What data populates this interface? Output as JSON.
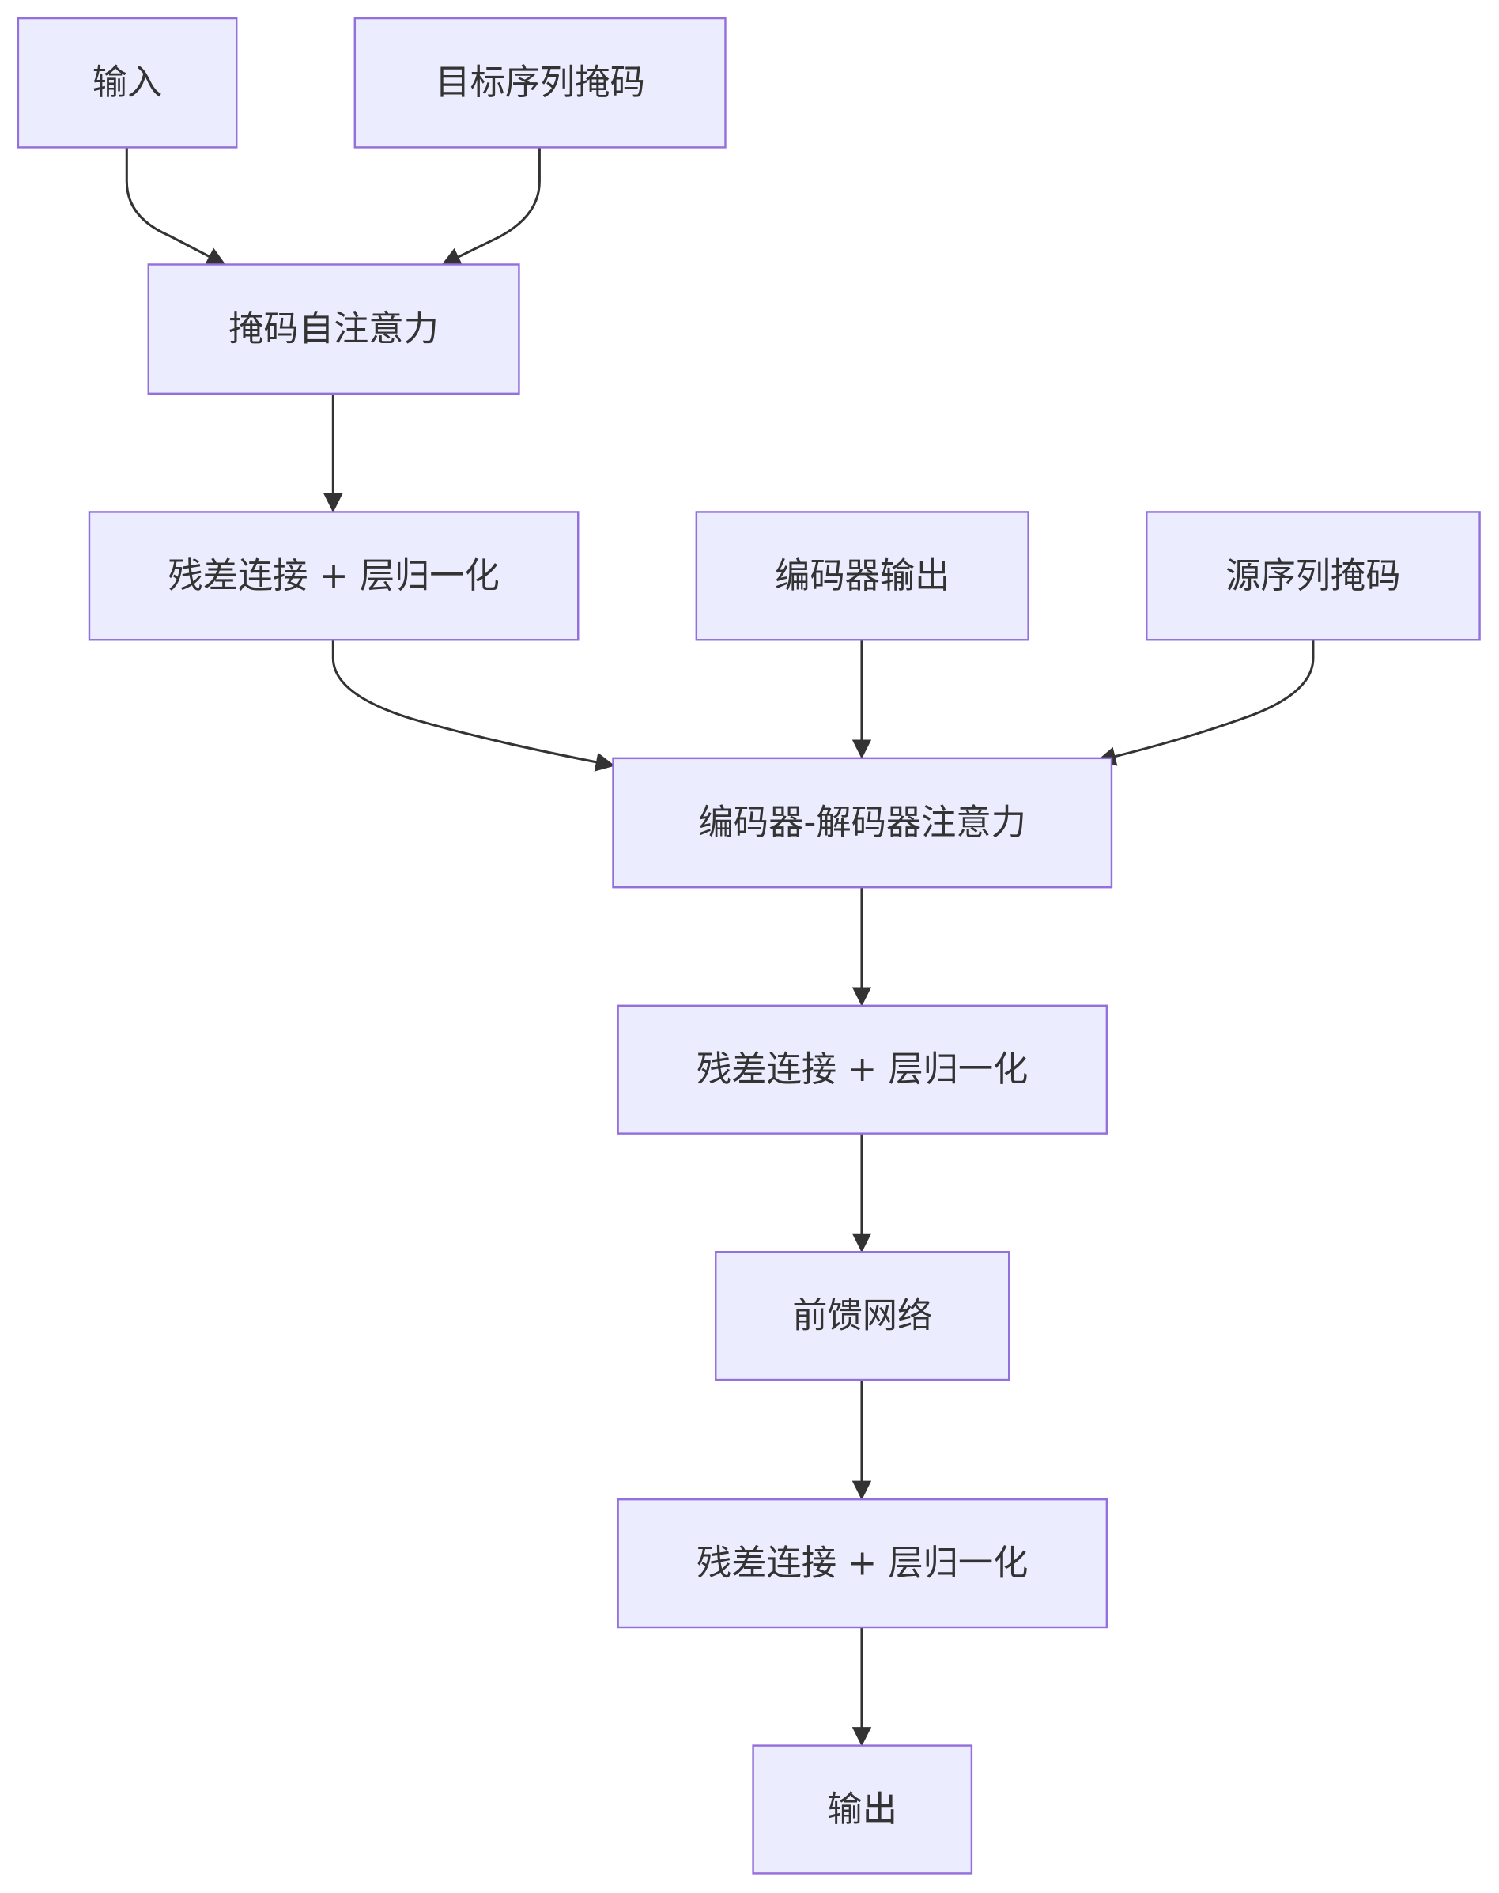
{
  "diagram": {
    "type": "flowchart",
    "colors": {
      "node_fill": "#ECECFF",
      "node_stroke": "#9370DB",
      "text": "#333333",
      "edge": "#333333"
    },
    "nodes": {
      "input": "输入",
      "target_mask": "目标序列掩码",
      "masked_self_attention": "掩码自注意力",
      "add_norm_1": "残差连接 + 层归一化",
      "encoder_output": "编码器输出",
      "source_mask": "源序列掩码",
      "cross_attention": "编码器-解码器注意力",
      "add_norm_2": "残差连接 + 层归一化",
      "feed_forward": "前馈网络",
      "add_norm_3": "残差连接 + 层归一化",
      "output": "输出"
    },
    "edges": [
      [
        "input",
        "masked_self_attention"
      ],
      [
        "target_mask",
        "masked_self_attention"
      ],
      [
        "masked_self_attention",
        "add_norm_1"
      ],
      [
        "add_norm_1",
        "cross_attention"
      ],
      [
        "encoder_output",
        "cross_attention"
      ],
      [
        "source_mask",
        "cross_attention"
      ],
      [
        "cross_attention",
        "add_norm_2"
      ],
      [
        "add_norm_2",
        "feed_forward"
      ],
      [
        "feed_forward",
        "add_norm_3"
      ],
      [
        "add_norm_3",
        "output"
      ]
    ]
  }
}
